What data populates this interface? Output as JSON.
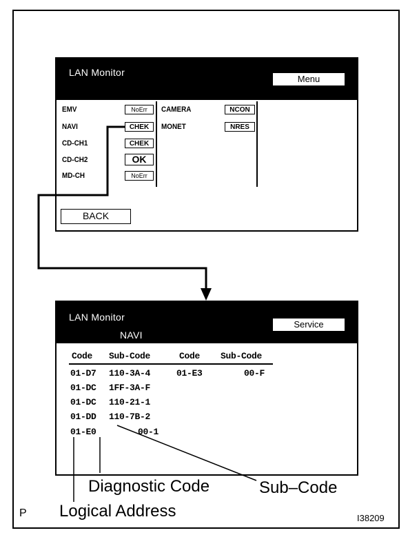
{
  "top_screen": {
    "title": "LAN Monitor",
    "menu_button": "Menu",
    "rows_left": [
      {
        "name": "EMV",
        "status": "NoErr"
      },
      {
        "name": "NAVI",
        "status": "CHEK"
      },
      {
        "name": "CD-CH1",
        "status": "CHEK"
      },
      {
        "name": "CD-CH2",
        "status": "OK"
      },
      {
        "name": "MD-CH",
        "status": "NoErr"
      }
    ],
    "rows_right": [
      {
        "name": "CAMERA",
        "status": "NCON"
      },
      {
        "name": "MONET",
        "status": "NRES"
      }
    ],
    "back_button": "BACK"
  },
  "bottom_screen": {
    "title": "LAN Monitor",
    "subtitle": "NAVI",
    "service_button": "Service",
    "columns": [
      "Code",
      "Sub-Code",
      "Code",
      "Sub-Code"
    ],
    "rows": [
      [
        "01-D7",
        "110-3A-4",
        "01-E3",
        "00-F"
      ],
      [
        "01-DC",
        "1FF-3A-F",
        "",
        ""
      ],
      [
        "01-DC",
        "110-21-1",
        "",
        ""
      ],
      [
        "01-DD",
        "110-7B-2",
        "",
        ""
      ],
      [
        "01-E0",
        "00-1",
        "",
        ""
      ]
    ]
  },
  "callouts": {
    "diagnostic_code": "Diagnostic Code",
    "sub_code": "Sub–Code",
    "logical_address": "Logical Address"
  },
  "corner_letter": "P",
  "figure_id": "I38209"
}
